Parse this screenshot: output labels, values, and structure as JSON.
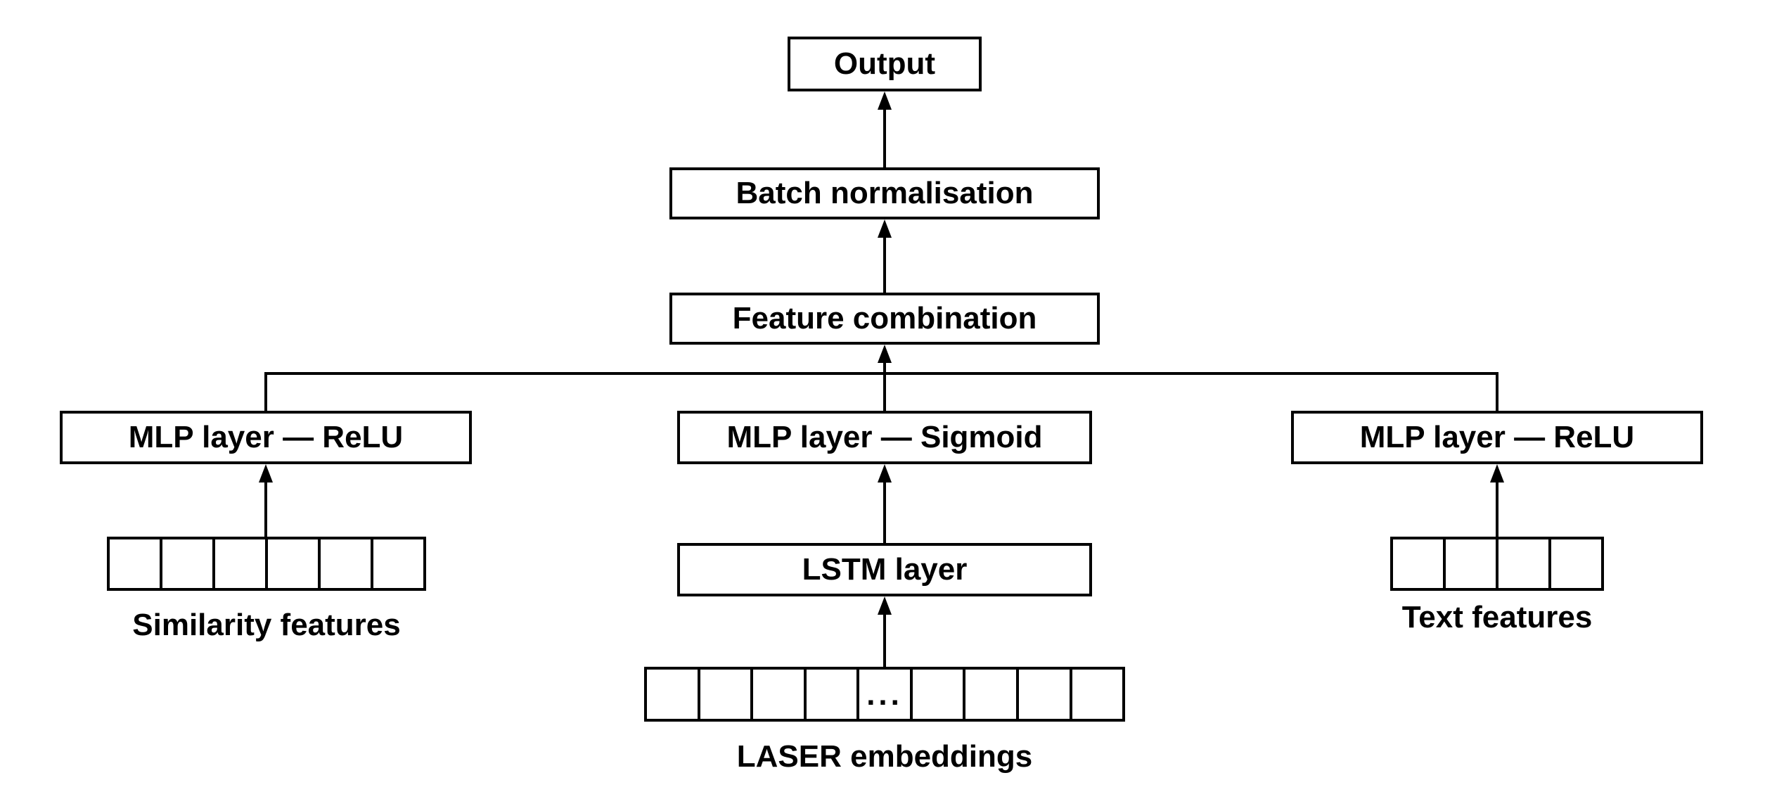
{
  "diagram": {
    "type": "neural-network-architecture",
    "nodes": {
      "output": {
        "label": "Output"
      },
      "batch_norm": {
        "label": "Batch normalisation"
      },
      "feature_combination": {
        "label": "Feature combination"
      },
      "mlp_left": {
        "label": "MLP layer — ReLU"
      },
      "mlp_center": {
        "label": "MLP layer — Sigmoid"
      },
      "mlp_right": {
        "label": "MLP layer — ReLU"
      },
      "lstm": {
        "label": "LSTM layer"
      }
    },
    "inputs": {
      "similarity": {
        "label": "Similarity features",
        "cell_count": 6
      },
      "laser": {
        "label": "LASER embeddings",
        "cell_count": 9,
        "ellipsis": "...",
        "ellipsis_cell_index": 5
      },
      "text": {
        "label": "Text features",
        "cell_count": 4
      }
    },
    "connections": [
      "Similarity features -> MLP layer — ReLU (left)",
      "LASER embeddings -> LSTM layer",
      "LSTM layer -> MLP layer — Sigmoid",
      "Text features -> MLP layer — ReLU (right)",
      "MLP layer — ReLU (left) -> Feature combination",
      "MLP layer — Sigmoid -> Feature combination",
      "MLP layer — ReLU (right) -> Feature combination",
      "Feature combination -> Batch normalisation",
      "Batch normalisation -> Output"
    ],
    "colors": {
      "background": "#ffffff",
      "box_fill": "#ffffff",
      "line": "#000000",
      "text": "#000000"
    }
  }
}
